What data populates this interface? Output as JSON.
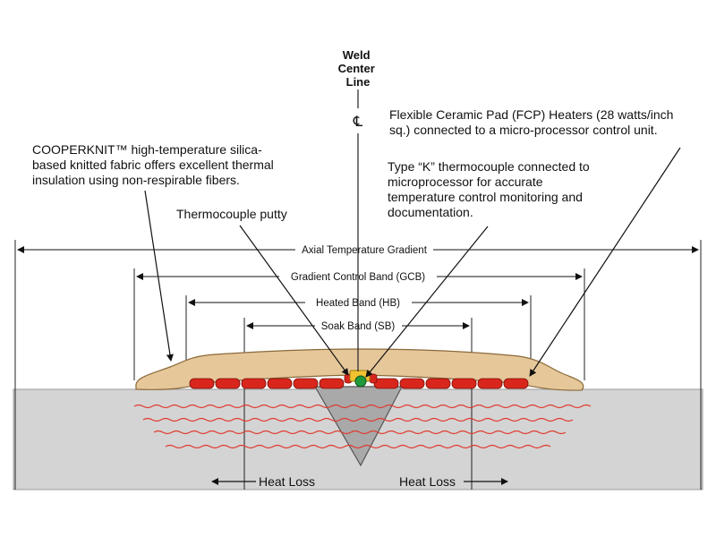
{
  "labels": {
    "weld_center_line": [
      "Weld",
      "Center",
      "Line"
    ],
    "cl_symbol": "℄",
    "cooperknit": [
      "COOPERKNIT™ high-temperature silica-",
      "based knitted fabric offers excellent thermal",
      "insulation using non-respirable fibers."
    ],
    "fcp_heaters": [
      "Flexible Ceramic Pad (FCP) Heaters (28 watts/inch",
      "sq.) connected to a micro-processor control unit."
    ],
    "thermocouple": [
      "Type “K” thermocouple connected to",
      "microprocessor for accurate",
      "temperature control monitoring and",
      "documentation."
    ],
    "putty": "Thermocouple putty",
    "heat_loss_left": "Heat Loss",
    "heat_loss_right": "Heat Loss"
  },
  "bands": {
    "axial": "Axial Temperature Gradient",
    "gcb": "Gradient Control Band (GCB)",
    "hb": "Heated Band (HB)",
    "sb": "Soak Band (SB)"
  },
  "colors": {
    "fabric": "#e6c79a",
    "fabric_stroke": "#8a6a3a",
    "heater": "#d9261c",
    "heater_stroke": "#7a0f0a",
    "pipe": "#d4d4d4",
    "weld_groove": "#a9a9a9",
    "heat_wave": "#e03a2e",
    "thermocouple": "#1f9a3a",
    "putty": "#f2c230"
  }
}
